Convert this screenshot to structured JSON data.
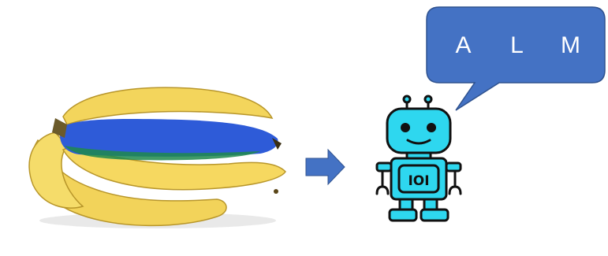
{
  "speech_bubble": {
    "letters": [
      "A",
      "L",
      "M"
    ],
    "fill_color": "#4472C4",
    "text_color": "#FFFFFF"
  },
  "image": {
    "subject": "bananas-icon",
    "highlighted_banana_color": "#2E5BD8",
    "banana_color": "#F2D35A"
  },
  "arrow": {
    "icon": "right-arrow-icon",
    "color": "#4472C4"
  },
  "robot": {
    "icon": "robot-icon",
    "body_color": "#2ED7EF",
    "outline_color": "#111111"
  }
}
